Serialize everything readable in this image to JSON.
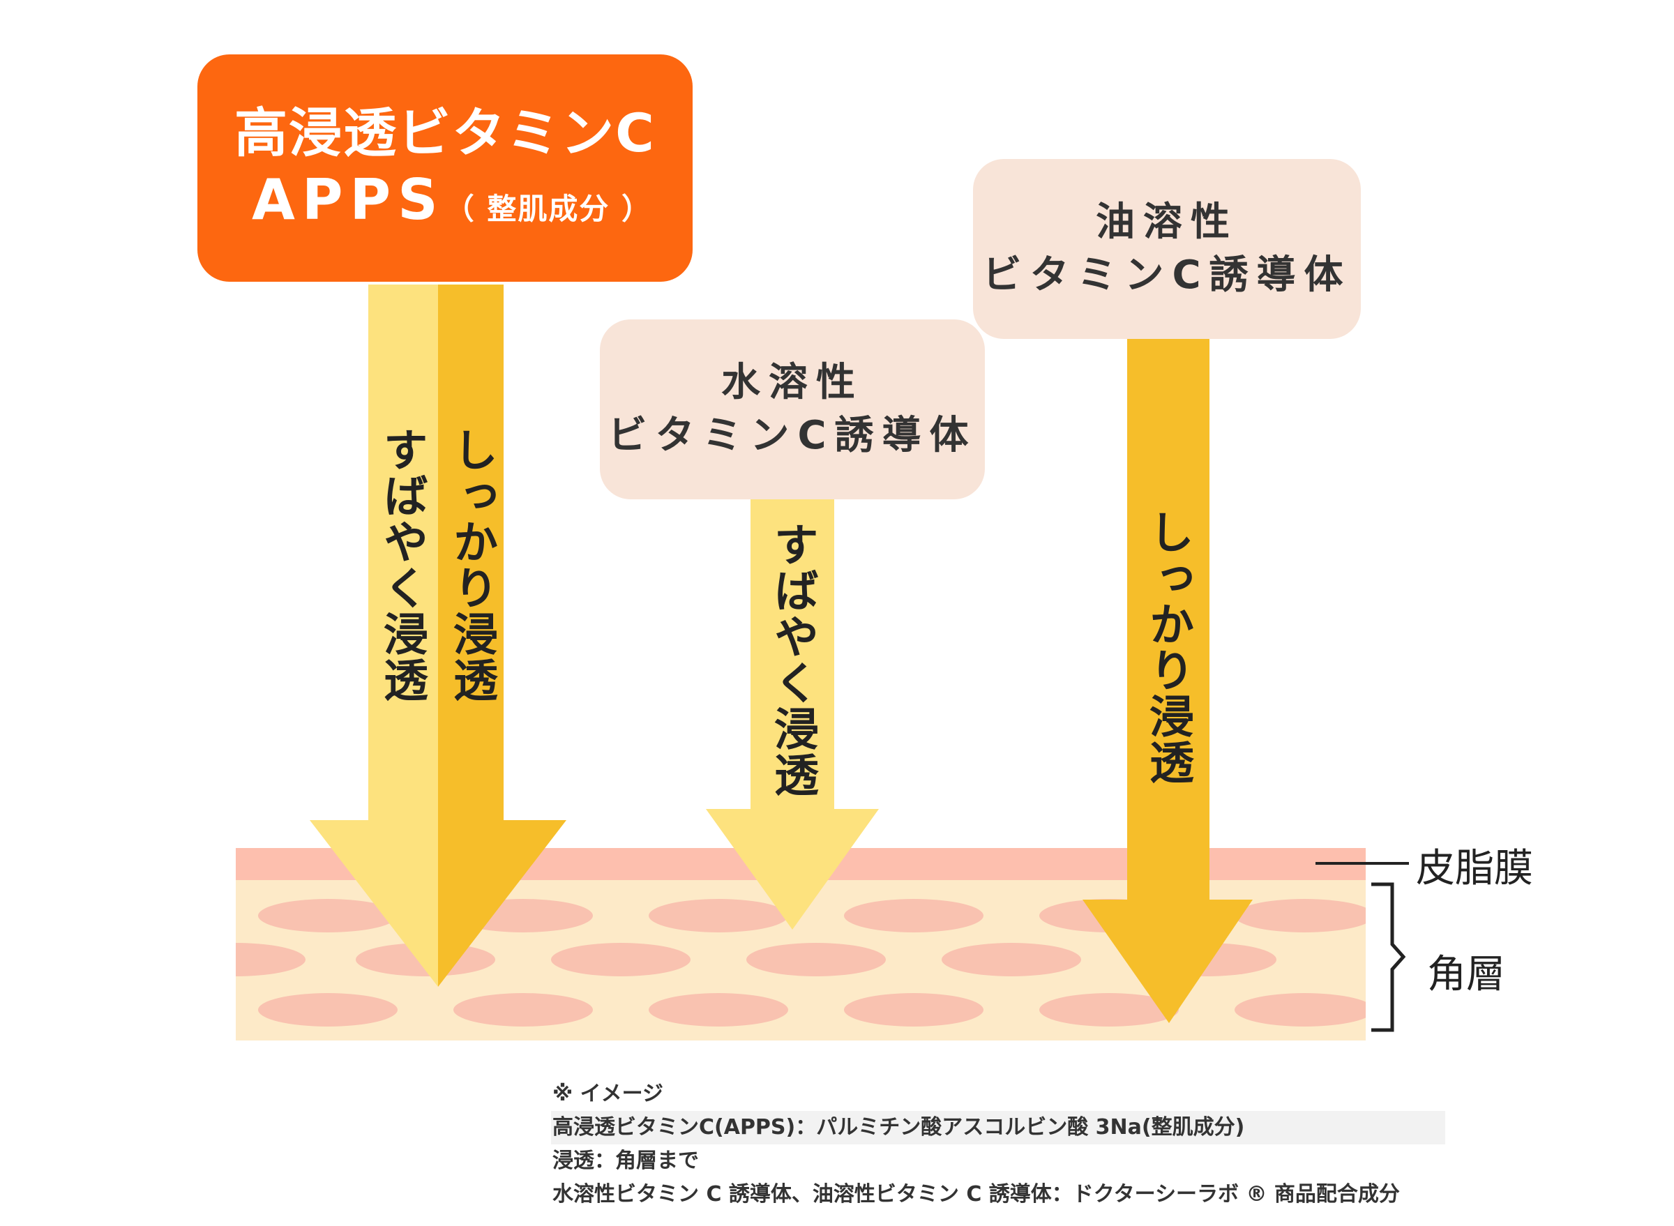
{
  "apps_box": {
    "line1": "高浸透ビタミンC",
    "line2": "APPS",
    "line2_paren": "（ 整肌成分 ）"
  },
  "water_box": {
    "line1": "水溶性",
    "line2": "ビタミンC誘導体"
  },
  "oil_box": {
    "line1": "油溶性",
    "line2": "ビタミンC誘導体"
  },
  "arrows": {
    "apps_fast": "すばやく浸透",
    "apps_deep": "しっかり浸透",
    "water": "すばやく浸透",
    "oil": "しっかり浸透"
  },
  "layers": {
    "sebum": "皮脂膜",
    "stratum": "角層"
  },
  "notes": {
    "n1": "※ イメージ",
    "n2": "高浸透ビタミンC(APPS)：パルミチン酸アスコルビン酸 3Na(整肌成分)",
    "n3": "浸透：角層まで",
    "n4": "水溶性ビタミン C 誘導体、油溶性ビタミン C 誘導体：ドクターシーラボ ® 商品配合成分"
  },
  "colors": {
    "apps_orange": "#fd6710",
    "box_beige": "#f8e4d8",
    "arrow_light": "#fde27e",
    "arrow_dark": "#f6be2a",
    "sebum_pink": "#fdbfae",
    "stratum_cream": "#fdeac8",
    "cell_pink": "#f9c2b0"
  }
}
